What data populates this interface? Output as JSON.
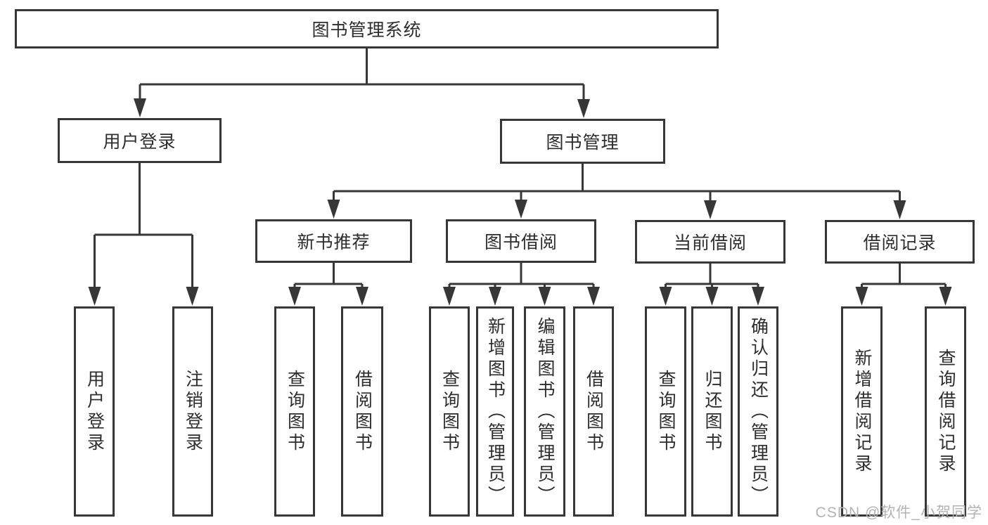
{
  "title": "图书管理系统",
  "tree": {
    "label": "图书管理系统",
    "children": [
      {
        "label": "用户登录",
        "children": [
          {
            "label": "用户登录"
          },
          {
            "label": "注销登录"
          }
        ]
      },
      {
        "label": "图书管理",
        "children": [
          {
            "label": "新书推荐",
            "children": [
              {
                "label": "查询图书"
              },
              {
                "label": "借阅图书"
              }
            ]
          },
          {
            "label": "图书借阅",
            "children": [
              {
                "label": "查询图书"
              },
              {
                "label": "新增图书（管理员）"
              },
              {
                "label": "编辑图书（管理员）"
              },
              {
                "label": "借阅图书"
              }
            ]
          },
          {
            "label": "当前借阅",
            "children": [
              {
                "label": "查询图书"
              },
              {
                "label": "归还图书"
              },
              {
                "label": "确认归还（管理员）"
              }
            ]
          },
          {
            "label": "借阅记录",
            "children": [
              {
                "label": "新增借阅记录"
              },
              {
                "label": "查询借阅记录"
              }
            ]
          }
        ]
      }
    ]
  },
  "watermark": "CSDN @软件_小贺同学",
  "colors": {
    "line": "#373737",
    "text": "#2d2d2d",
    "watermark": "#b3b3b3",
    "background": "#ffffff"
  }
}
